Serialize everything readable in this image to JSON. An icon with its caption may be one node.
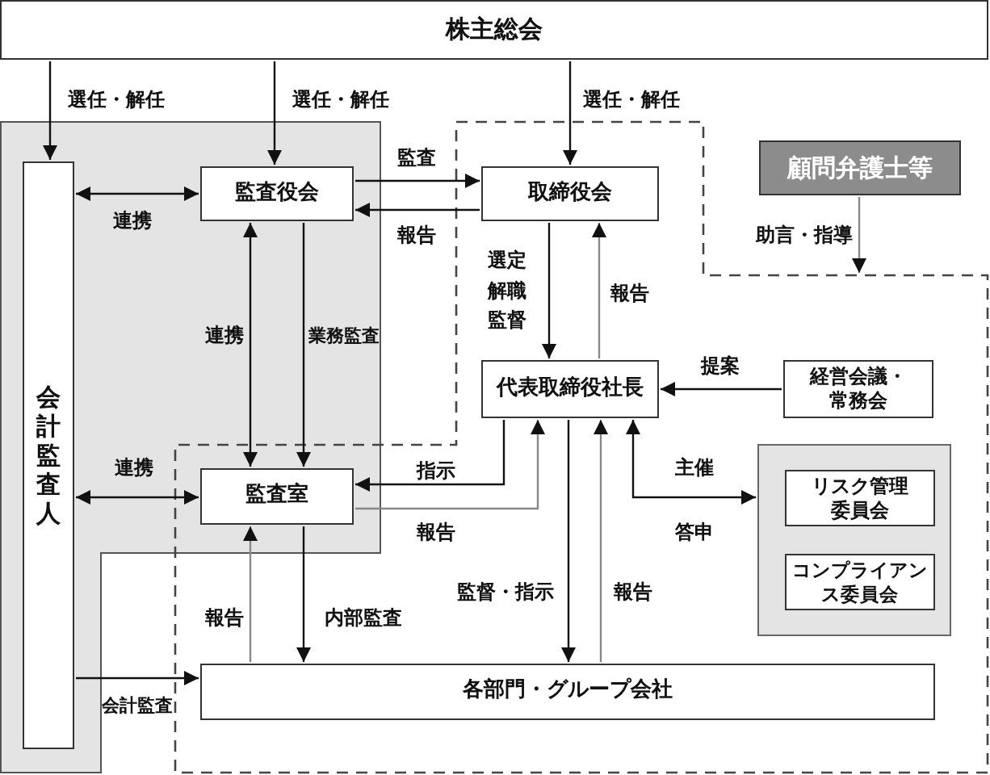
{
  "diagram": {
    "nodes": [
      {
        "text": [
          "株主総会"
        ]
      },
      {
        "text": [
          "会計監査人"
        ]
      },
      {
        "text": [
          "監査役会"
        ]
      },
      {
        "text": [
          "取締役会"
        ]
      },
      {
        "text": [
          "顧問弁護士等"
        ]
      },
      {
        "text": [
          "代表取締役社長"
        ]
      },
      {
        "text": [
          "経営会議・常務会"
        ]
      },
      {
        "text": [
          "監査室"
        ]
      },
      {
        "text": [],
        "shape": "box"
      },
      {
        "text": [
          "リスク管理委員会"
        ],
        "in": 8
      },
      {
        "text": [
          "コンプライアンス委員会"
        ],
        "in": 8
      },
      {
        "text": [
          "各部門・グループ会社"
        ]
      }
    ],
    "edges": [
      {
        "from": 0,
        "to": 1,
        "arrow": "to",
        "label": "選任・解任"
      },
      {
        "from": 0,
        "to": 2,
        "arrow": "to",
        "label": "選任・解任"
      },
      {
        "from": 0,
        "to": 3,
        "arrow": "to",
        "label": "選任・解任"
      },
      {
        "from": 1,
        "to": 2,
        "arrow": "both",
        "label": "連携"
      },
      {
        "from": 2,
        "to": 3,
        "arrow": "to",
        "label": "監査"
      },
      {
        "from": 3,
        "to": 2,
        "arrow": "to",
        "label": "報告"
      },
      {
        "from": 2,
        "to": 7,
        "arrow": "both",
        "label": "連携"
      },
      {
        "from": 2,
        "to": 7,
        "arrow": "to",
        "label": "業務監査"
      },
      {
        "from": 3,
        "to": 5,
        "arrow": "to",
        "label": "選定解職監督"
      },
      {
        "from": 5,
        "to": 3,
        "arrow": "to",
        "label": "報告",
        "color": "#888888"
      },
      {
        "from": 6,
        "to": 5,
        "arrow": "to",
        "label": "提案"
      },
      {
        "from": 5,
        "to": 7,
        "arrow": "to",
        "label": "指示"
      },
      {
        "from": 7,
        "to": 5,
        "arrow": "to",
        "label": "報告",
        "color": "#888888"
      },
      {
        "from": 1,
        "to": 7,
        "arrow": "both",
        "label": "連携"
      },
      {
        "from": 5,
        "to": 8,
        "arrow": "both",
        "label": "主催"
      },
      {
        "from": 7,
        "to": 11,
        "arrow": "to",
        "label": "内部監査"
      },
      {
        "from": 11,
        "to": 7,
        "arrow": "to",
        "label": "報告",
        "color": "#888888"
      },
      {
        "from": 5,
        "to": 11,
        "arrow": "to",
        "label": "監督・指示"
      },
      {
        "from": 11,
        "to": 5,
        "arrow": "to",
        "label": "報告",
        "color": "#888888"
      },
      {
        "from": 4,
        "to": null,
        "arrow": "to",
        "label": "助言・指導",
        "color": "#888888"
      },
      {
        "from": 1,
        "to": 11,
        "arrow": "to",
        "label": "会計監査"
      }
    ],
    "labels": [
      "答申"
    ]
  }
}
